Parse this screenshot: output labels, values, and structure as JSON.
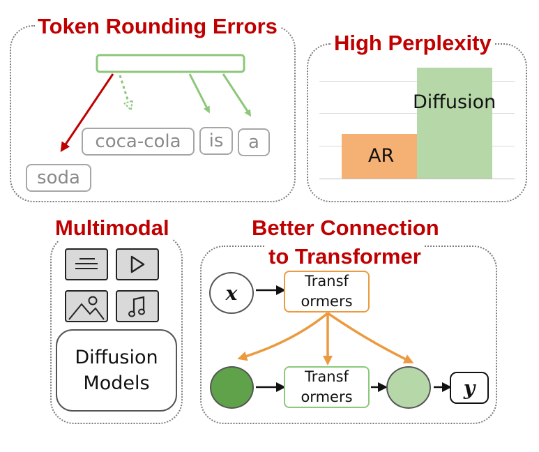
{
  "panels": {
    "token_rounding": {
      "title": "Token Rounding Errors",
      "tokens": [
        "coca-cola",
        "is",
        "a"
      ],
      "wrong_token": "soda"
    },
    "perplexity": {
      "title": "High Perplexity",
      "chart_data": {
        "type": "bar",
        "categories": [
          "AR",
          "Diffusion"
        ],
        "values": [
          0.4,
          1.0
        ],
        "colors": [
          "#f4b173",
          "#b6d7a8"
        ],
        "title": "High Perplexity",
        "xlabel": "",
        "ylabel": "",
        "grid": true
      }
    },
    "multimodal": {
      "title": "Multimodal",
      "icons": [
        "text-lines-icon",
        "play-icon",
        "image-icon",
        "music-note-icon"
      ],
      "models_label_line1": "Diffusion",
      "models_label_line2": "Models"
    },
    "connection": {
      "title_line1": "Better Connection",
      "title_line2": "to Transformer",
      "input_var": "x",
      "output_var": "y",
      "transformer_top_line1": "Transf",
      "transformer_top_line2": "ormers",
      "transformer_bottom_line1": "Transf",
      "transformer_bottom_line2": "ormers"
    }
  },
  "colors": {
    "title_red": "#c00000",
    "orange": "#eb9a40",
    "green": "#8cc77a",
    "dark_green": "#5fa24a",
    "light_green": "#b6d7a8"
  }
}
